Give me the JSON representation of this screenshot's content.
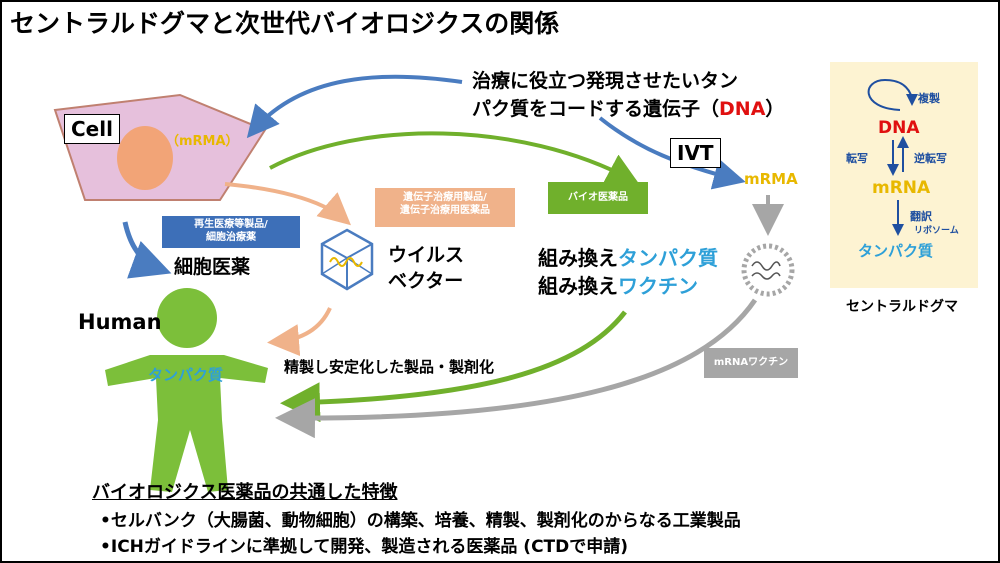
{
  "title": "セントラルドグマと次世代バイオロジクスの関係",
  "dna_text": {
    "line1": "治療に役立つ発現させたいタン",
    "line2_prefix": "パク質をコードする遺伝子（",
    "line2_dna": "DNA",
    "line2_suffix": "）"
  },
  "cell": {
    "label": "Cell",
    "mrma": "（mRMA）"
  },
  "ivt": {
    "label": "IVT",
    "mrma": "mRMA"
  },
  "tags": {
    "regen_line1": "再生医療等製品/",
    "regen_line2": "細胞治療薬",
    "gene_line1": "遺伝子治療用製品/",
    "gene_line2": "遺伝子治療用医薬品",
    "bio": "バイオ医薬品",
    "mrna_vaccine": "mRNAワクチン"
  },
  "cell_drug": "細胞医薬",
  "virus_vector": {
    "line1": "ウイルス",
    "line2": "ベクター"
  },
  "recombinant": {
    "protein_prefix": "組み換え",
    "protein_blue": "タンパク質",
    "vaccine_prefix": "組み換え",
    "vaccine_blue": "ワクチン"
  },
  "refined": "精製し安定化した製品・製剤化",
  "human": {
    "label": "Human",
    "protein": "タンパク質"
  },
  "dogma": {
    "replication": "複製",
    "dna": "DNA",
    "transcription": "転写",
    "reverse": "逆転写",
    "mrna": "mRNA",
    "translation": "翻訳",
    "ribosome": "リボソーム",
    "protein": "タンパク質",
    "caption": "セントラルドグマ"
  },
  "features": {
    "heading": "バイオロジクス医薬品の共通した特徴",
    "bullet1": "•セルバンク（大腸菌、動物細胞）の構築、培養、精製、製剤化のからなる工業製品",
    "bullet2": "•ICHガイドラインに準拠して開発、製造される医薬品 (CTDで申請)"
  },
  "colors": {
    "blue_arrow": "#4a7cc0",
    "green": "#70b02c",
    "orange": "#f0b28a",
    "gray": "#a6a6a6",
    "cell_fill": "#e6c0dc",
    "nucleus": "#f2a477",
    "dna_red": "#e01010",
    "mrna_yellow": "#e8b800",
    "protein_blue": "#2ea0d8",
    "dogma_bg": "#fdf3d2"
  }
}
